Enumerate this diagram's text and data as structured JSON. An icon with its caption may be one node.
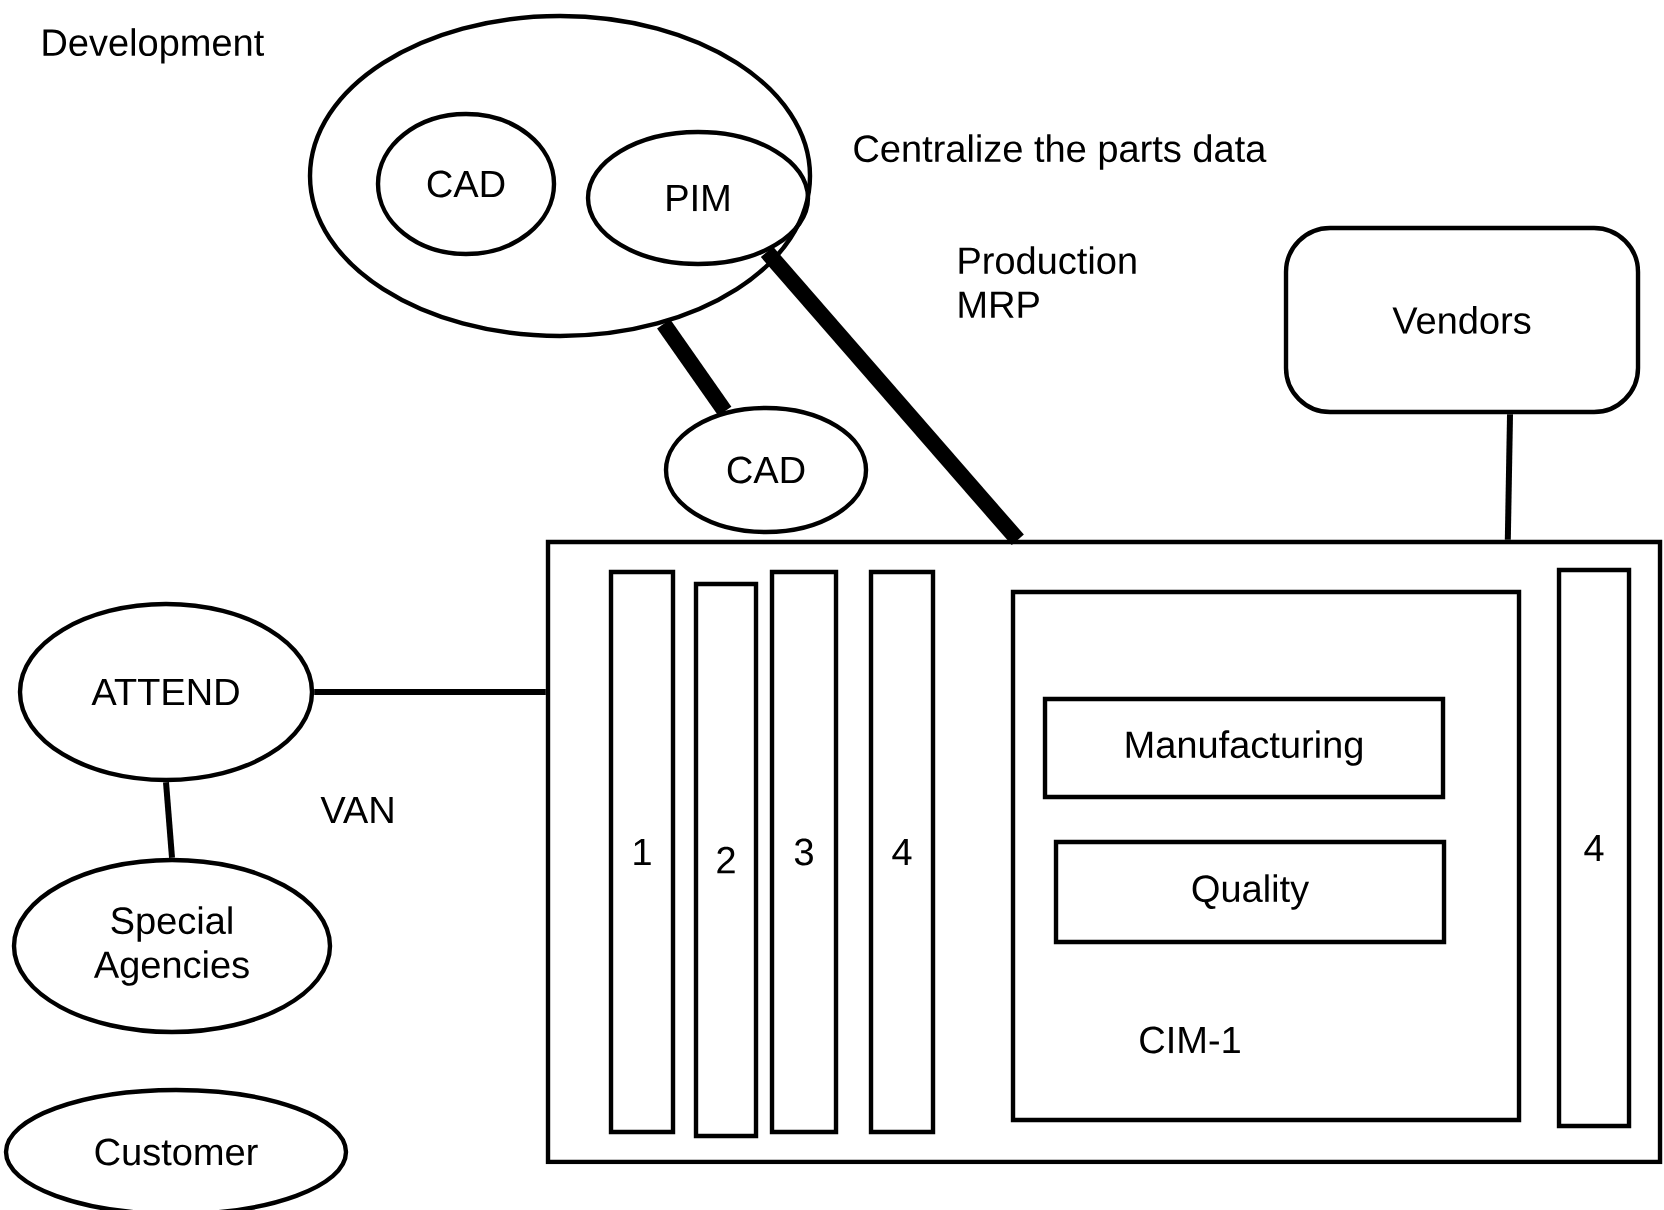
{
  "diagram": {
    "nodes": [
      {
        "text": [
          "Development"
        ]
      },
      {
        "text": [
          "CAD"
        ],
        "in": 0
      },
      {
        "text": [
          "PIM"
        ],
        "in": 0
      },
      {
        "text": [
          "CAD"
        ]
      },
      {
        "text": [
          "Vendors"
        ]
      },
      {
        "text": [
          "ATTEND"
        ]
      },
      {
        "text": [],
        "shape": "box"
      },
      {
        "text": [
          "1"
        ],
        "in": 6
      },
      {
        "text": [
          "2"
        ],
        "in": 6
      },
      {
        "text": [
          "3"
        ],
        "in": 6
      },
      {
        "text": [
          "4"
        ],
        "in": 6
      },
      {
        "text": [
          "CIM-1"
        ],
        "in": 6
      },
      {
        "text": [
          "Manufacturing"
        ],
        "in": 11
      },
      {
        "text": [
          "Quality"
        ],
        "in": 11
      },
      {
        "text": [
          "4"
        ],
        "in": 6
      },
      {
        "text": [
          "Special Agencies"
        ]
      },
      {
        "text": [
          "Customer"
        ]
      }
    ],
    "edges": [
      {
        "from": 0,
        "to": 3,
        "arrow": "none",
        "style": "thick"
      },
      {
        "from": 2,
        "to": 6,
        "arrow": "none",
        "style": "thick"
      },
      {
        "from": 4,
        "to": 6,
        "arrow": "none"
      },
      {
        "from": 5,
        "to": 6,
        "arrow": "none"
      },
      {
        "from": 5,
        "to": 15,
        "arrow": "none"
      }
    ],
    "labels": [
      "Centralize the parts data",
      "Production MRP",
      "VAN"
    ]
  }
}
